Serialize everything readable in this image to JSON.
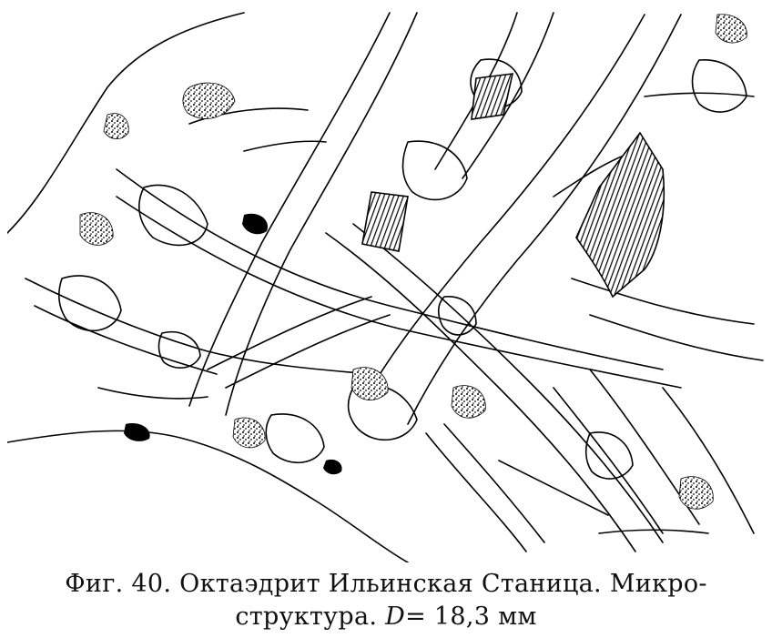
{
  "caption": {
    "line1": "Фиг. 40. Октаэдрит Ильинская Станица. Микро-",
    "line2_prefix": "структура.",
    "line2_var": "D",
    "line2_suffix": "= 18,3 мм"
  }
}
